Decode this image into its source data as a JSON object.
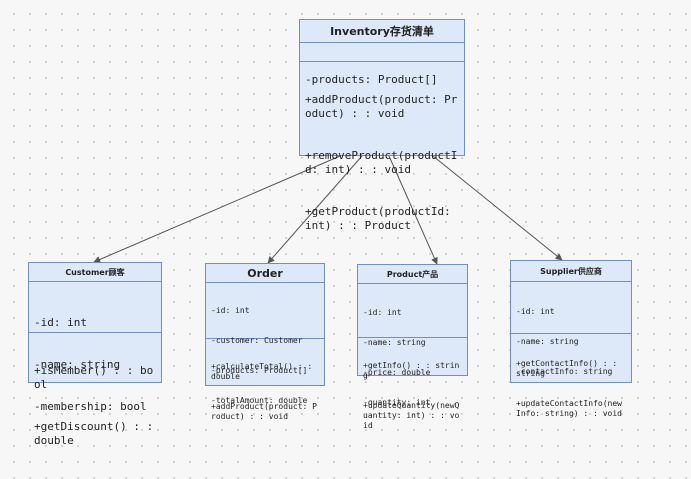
{
  "classes": {
    "inventory": {
      "name": "Inventory存货清单",
      "attributes": [
        "-products: Product[]"
      ],
      "operations": [
        "+addProduct(product: Product) : : void",
        "+removeProduct(productId: int) : : void",
        "+getProduct(productId: int) : : Product"
      ]
    },
    "customer": {
      "name": "Customer顾客",
      "attributes": [
        "-id: int",
        "-name: string",
        "-membership: bool"
      ],
      "operations": [
        "+isMember() : : bool",
        "+getDiscount() : : double"
      ]
    },
    "order": {
      "name": "Order",
      "attributes": [
        "-id: int",
        "-customer: Customer",
        "-products: Product[]",
        "-totalAmount: double"
      ],
      "operations": [
        "+calculateTotal() : : double",
        "+addProduct(product: Product) : : void"
      ]
    },
    "product": {
      "name": "Product产品",
      "attributes": [
        "-id: int",
        "-name: string",
        "-price: double",
        "-quantity: int"
      ],
      "operations": [
        "+getInfo() : : string",
        "+updateQuantity(newQuantity: int) : : void"
      ]
    },
    "supplier": {
      "name": "Supplier供应商",
      "attributes": [
        "-id: int",
        "-name: string",
        "-contactInfo: string"
      ],
      "operations": [
        "+getContactInfo() : : string",
        "+updateContactInfo(newInfo: string) : : void"
      ]
    }
  },
  "relations": [
    {
      "from": "inventory",
      "to": "customer",
      "type": "association"
    },
    {
      "from": "inventory",
      "to": "order",
      "type": "association"
    },
    {
      "from": "inventory",
      "to": "product",
      "type": "association"
    },
    {
      "from": "inventory",
      "to": "supplier",
      "type": "association"
    }
  ],
  "colors": {
    "class_fill": "#dde9f8",
    "class_border": "#6f8fc5",
    "edge": "#555555"
  }
}
